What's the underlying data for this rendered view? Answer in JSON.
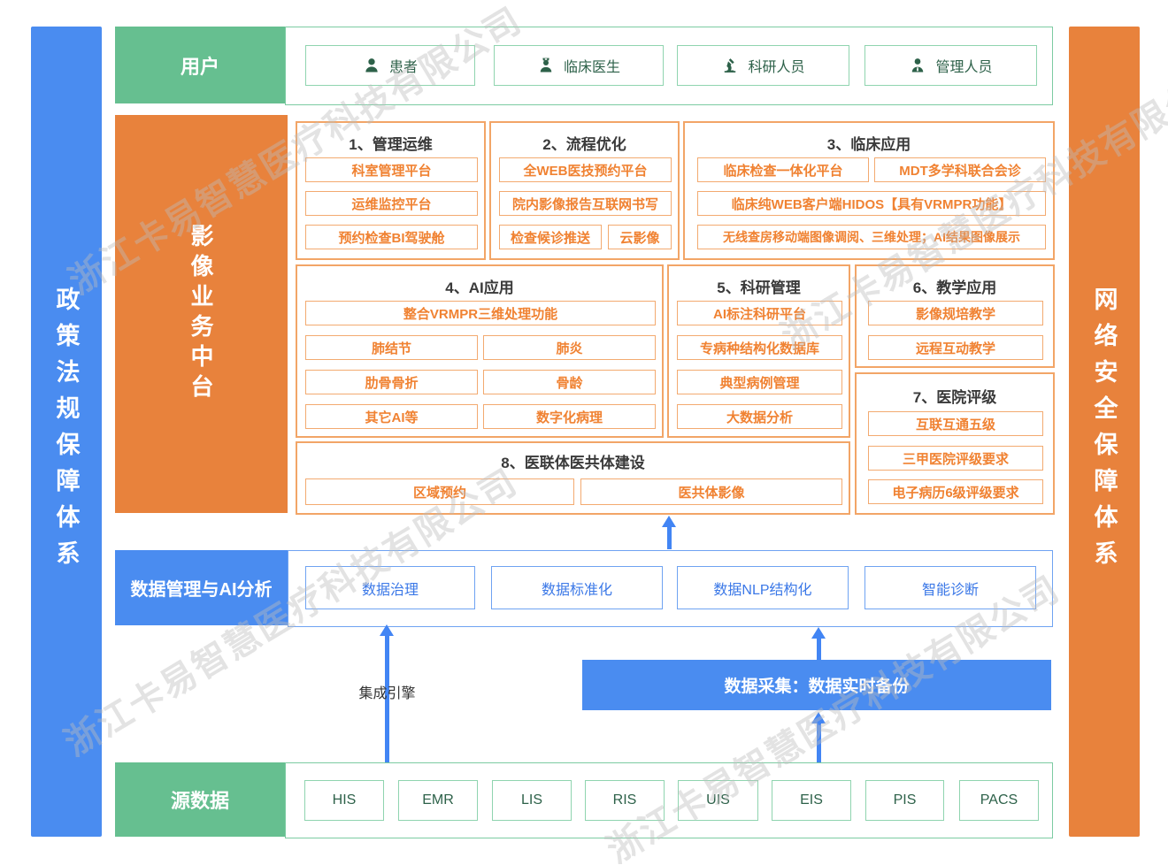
{
  "watermark": {
    "text": "浙江卡易智慧医疗科技有限公司"
  },
  "side_bars": {
    "left": "政策法规保障体系",
    "right": "网络安全保障体系"
  },
  "users": {
    "label": "用户",
    "items": [
      {
        "icon": "patient-icon",
        "label": "患者"
      },
      {
        "icon": "doctor-icon",
        "label": "临床医生"
      },
      {
        "icon": "microscope-icon",
        "label": "科研人员"
      },
      {
        "icon": "admin-person-icon",
        "label": "管理人员"
      }
    ]
  },
  "platform": {
    "label": "影像业务中台",
    "groups": [
      {
        "title": "1、管理运维",
        "items": [
          "科室管理平台",
          "运维监控平台",
          "预约检查BI驾驶舱"
        ]
      },
      {
        "title": "2、流程优化",
        "items": [
          "全WEB医技预约平台",
          "院内影像报告互联网书写",
          "检查候诊推送",
          "云影像"
        ]
      },
      {
        "title": "3、临床应用",
        "items": [
          "临床检查一体化平台",
          "MDT多学科联合会诊",
          "临床纯WEB客户端HIDOS【具有VRMPR功能】",
          "无线查房移动端图像调阅、三维处理；AI结果图像展示"
        ]
      },
      {
        "title": "4、AI应用",
        "items": [
          "整合VRMPR三维处理功能",
          "肺结节",
          "肺炎",
          "肋骨骨折",
          "骨龄",
          "其它AI等",
          "数字化病理"
        ]
      },
      {
        "title": "5、科研管理",
        "items": [
          "AI标注科研平台",
          "专病种结构化数据库",
          "典型病例管理",
          "大数据分析"
        ]
      },
      {
        "title": "6、教学应用",
        "items": [
          "影像规培教学",
          "远程互动教学"
        ]
      },
      {
        "title": "7、医院评级",
        "items": [
          "互联互通五级",
          "三甲医院评级要求",
          "电子病历6级评级要求"
        ]
      },
      {
        "title": "8、医联体医共体建设",
        "items": [
          "区域预约",
          "医共体影像"
        ]
      }
    ]
  },
  "data_mgmt": {
    "label": "数据管理与AI分析",
    "items": [
      "数据治理",
      "数据标准化",
      "数据NLP结构化",
      "智能诊断"
    ]
  },
  "middle": {
    "integration_engine": "集成引擎",
    "data_collection": "数据采集：数据实时备份"
  },
  "source": {
    "label": "源数据",
    "items": [
      "HIS",
      "EMR",
      "LIS",
      "RIS",
      "UIS",
      "EIS",
      "PIS",
      "PACS"
    ]
  },
  "colors": {
    "green_fill": "#66BF90",
    "green_border": "#8FD4AF",
    "green_text": "#2D6149",
    "orange_fill": "#E8823C",
    "orange_border": "#F2A567",
    "orange_text": "#F08232",
    "blue_fill": "#4A8CF0",
    "blue_border": "#6FA3F2",
    "blue_text": "#3B78E7",
    "arrow": "#4285F4",
    "watermark": "#BDBDBD"
  }
}
